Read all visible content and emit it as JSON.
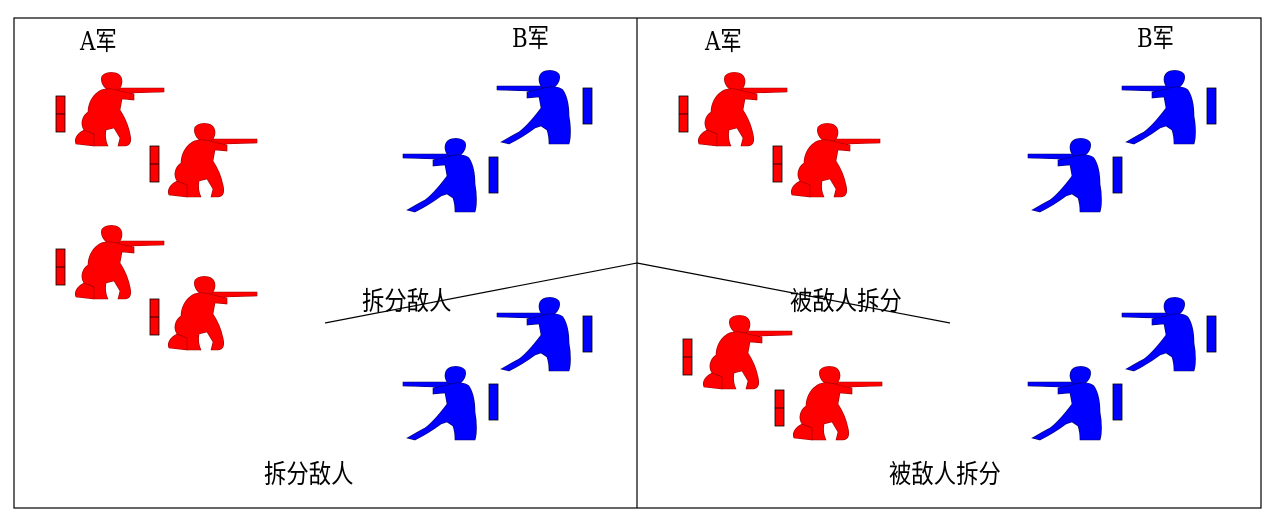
{
  "colors": {
    "red": "#ff0000",
    "blue": "#0000ff",
    "line": "#000000",
    "background": "#ffffff"
  },
  "left_panel": {
    "army_a_label": "A军",
    "army_b_label": "B军",
    "annotation": "拆分敌人",
    "caption": "拆分敌人"
  },
  "right_panel": {
    "army_a_label": "A军",
    "army_b_label": "B军",
    "annotation": "被敌人拆分",
    "caption": "被敌人拆分"
  },
  "icons": {
    "soldier": "kneeling-rifleman-icon",
    "flag": "flag-bar-icon"
  }
}
